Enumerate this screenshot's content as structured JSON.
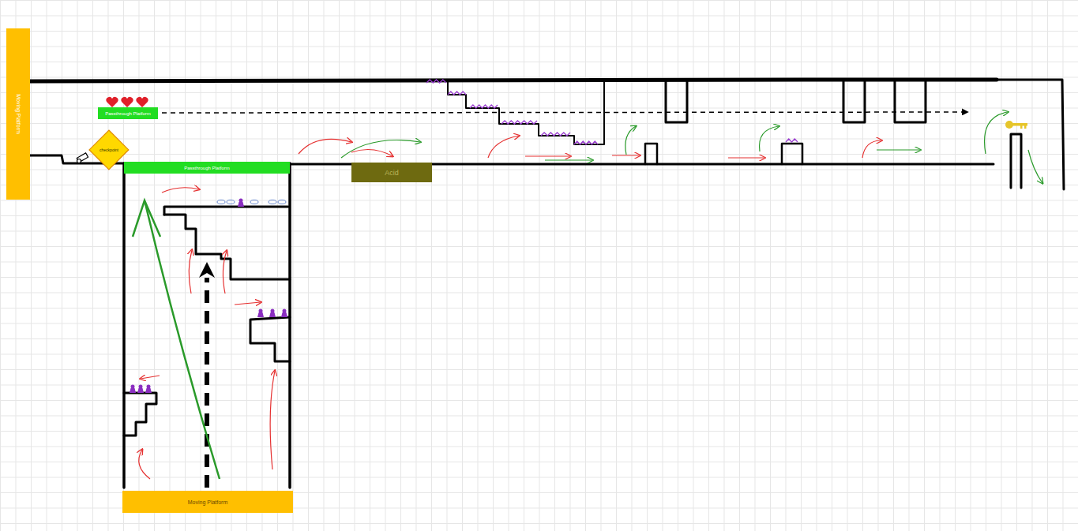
{
  "diagram": {
    "nodes": [
      {
        "text": [
          "Moving Platform"
        ]
      },
      {
        "text": [
          "Passthrough Platform"
        ]
      },
      {
        "text": [
          "checkpoint"
        ]
      },
      {
        "text": [
          "Passthrough Platform"
        ]
      },
      {
        "text": [
          "Acid"
        ]
      },
      {
        "text": [
          "Moving Platform"
        ]
      }
    ]
  }
}
